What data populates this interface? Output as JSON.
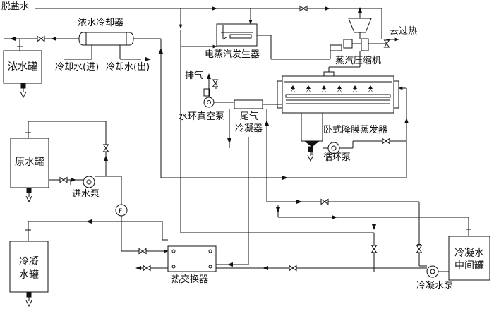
{
  "labels": {
    "demin_water": "脱盐水",
    "brine_cooler": "浓水冷却器",
    "brine_tank": "浓水罐",
    "cooling_in": "冷却水(进)",
    "cooling_out": "冷却水(出)",
    "electric_steam_gen": "电蒸汽发生器",
    "vapor_compressor": "蒸汽压缩机",
    "to_superheat": "去过热",
    "vent": "排气",
    "vacuum_pump": "水环真空泵",
    "tail_condenser_1": "尾气",
    "tail_condenser_2": "冷凝器",
    "evaporator": "卧式降膜蒸发器",
    "circ_pump": "循环泵",
    "raw_tank": "原水罐",
    "feed_pump": "进水泵",
    "flow_indicator": "FI",
    "condensate_tank_1": "冷凝",
    "condensate_tank_2": "水罐",
    "heat_exchanger": "热交换器",
    "mid_tank_1": "冷凝水",
    "mid_tank_2": "中间罐",
    "condensate_pump": "冷凝水泵"
  }
}
